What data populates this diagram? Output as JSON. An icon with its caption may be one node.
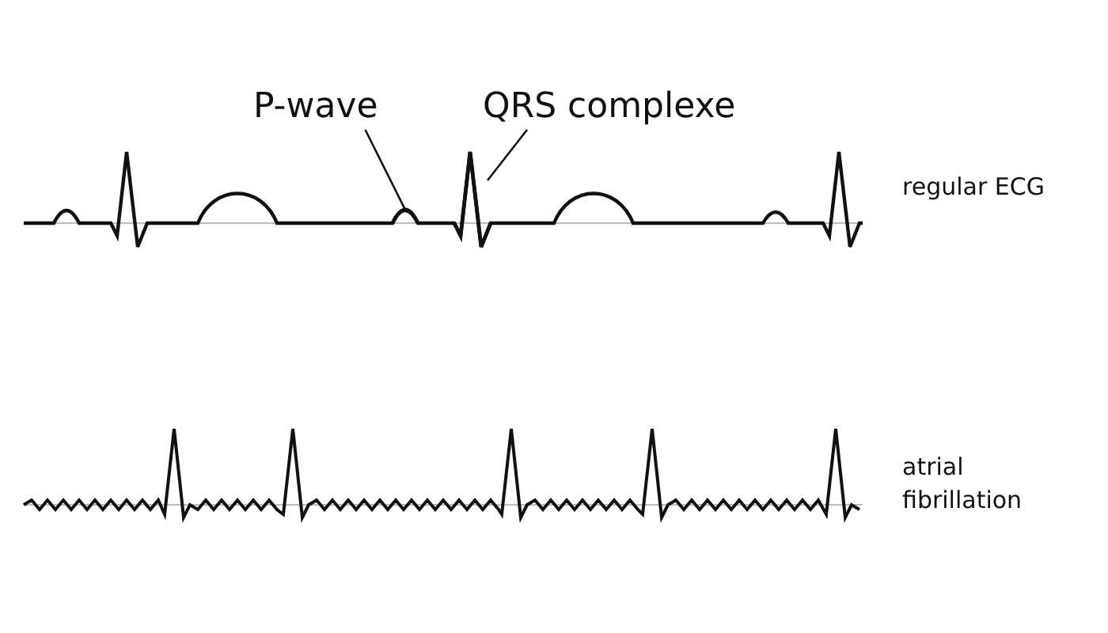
{
  "diagram": {
    "nodes": [
      {
        "text": [
          "P-wave"
        ]
      },
      {
        "text": [
          "QRS complexe"
        ]
      },
      {
        "text": [],
        "shape": "wave"
      },
      {
        "text": [],
        "shape": "wave"
      }
    ],
    "edges": [
      {
        "from": 0,
        "to": 2,
        "arrow": "none"
      },
      {
        "from": 1,
        "to": 3,
        "arrow": "none"
      }
    ],
    "labels": [
      "regular ECG",
      "atrial fibrillation"
    ]
  }
}
